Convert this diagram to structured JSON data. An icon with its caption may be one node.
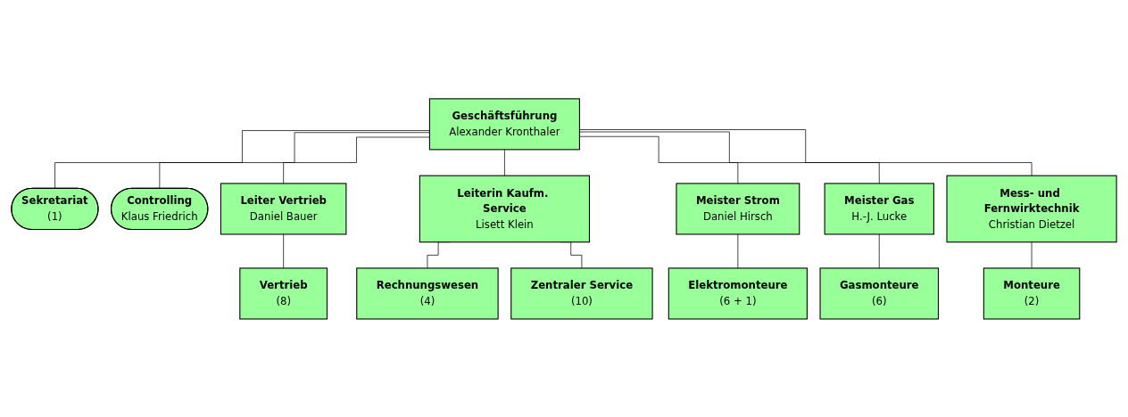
{
  "diagram": {
    "nodes": [
      {
        "text": [
          "Sekretariat",
          "(1)"
        ]
      },
      {
        "text": [
          "Geschäftsführung",
          "Alexander Kronthaler"
        ]
      },
      {
        "text": [
          "Controlling",
          "Klaus Friedrich"
        ]
      },
      {
        "text": [
          "Leiter Vertrieb",
          "Daniel Bauer"
        ]
      },
      {
        "text": [
          "Leiterin Kaufm. Service",
          "Lisett Klein"
        ]
      },
      {
        "text": [
          "Meister Strom",
          "Daniel Hirsch"
        ]
      },
      {
        "text": [
          "Meister Gas",
          "H.-J. Lucke"
        ]
      },
      {
        "text": [
          "Mess- und Fernwirktechnik",
          "Christian Dietzel"
        ]
      },
      {
        "text": [
          "Vertrieb",
          "(8)"
        ]
      },
      {
        "text": [
          "Rechnungswesen",
          "(4)"
        ]
      },
      {
        "text": [
          "Zentraler Service",
          "(10)"
        ]
      },
      {
        "text": [
          "Elektromonteure",
          "(6 + 1)"
        ]
      },
      {
        "text": [
          "Gasmonteure",
          "(6)"
        ]
      },
      {
        "text": [
          "Monteure",
          "(2)"
        ]
      }
    ],
    "edges": [
      {
        "from": 1,
        "to": 0,
        "arrow": "none"
      },
      {
        "from": 1,
        "to": 2,
        "arrow": "none"
      },
      {
        "from": 1,
        "to": 3,
        "arrow": "none"
      },
      {
        "from": 1,
        "to": 4,
        "arrow": "none"
      },
      {
        "from": 1,
        "to": 5,
        "arrow": "none"
      },
      {
        "from": 1,
        "to": 6,
        "arrow": "none"
      },
      {
        "from": 1,
        "to": 7,
        "arrow": "none"
      },
      {
        "from": 3,
        "to": 8,
        "arrow": "none"
      },
      {
        "from": 4,
        "to": 9,
        "arrow": "none"
      },
      {
        "from": 4,
        "to": 10,
        "arrow": "none"
      },
      {
        "from": 5,
        "to": 11,
        "arrow": "none"
      },
      {
        "from": 6,
        "to": 12,
        "arrow": "none"
      },
      {
        "from": 7,
        "to": 13,
        "arrow": "none"
      }
    ]
  }
}
